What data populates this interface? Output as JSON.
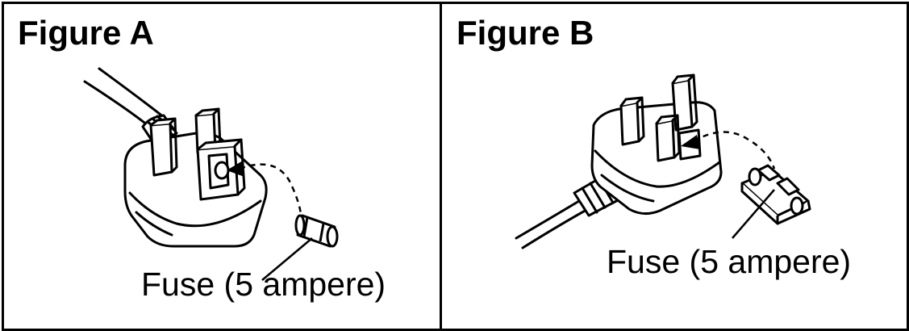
{
  "figures": [
    {
      "title": "Figure A",
      "caption": "Fuse (5 ampere)"
    },
    {
      "title": "Figure B",
      "caption": "Fuse (5 ampere)"
    }
  ],
  "colors": {
    "line": "#000000",
    "background": "#ffffff"
  }
}
